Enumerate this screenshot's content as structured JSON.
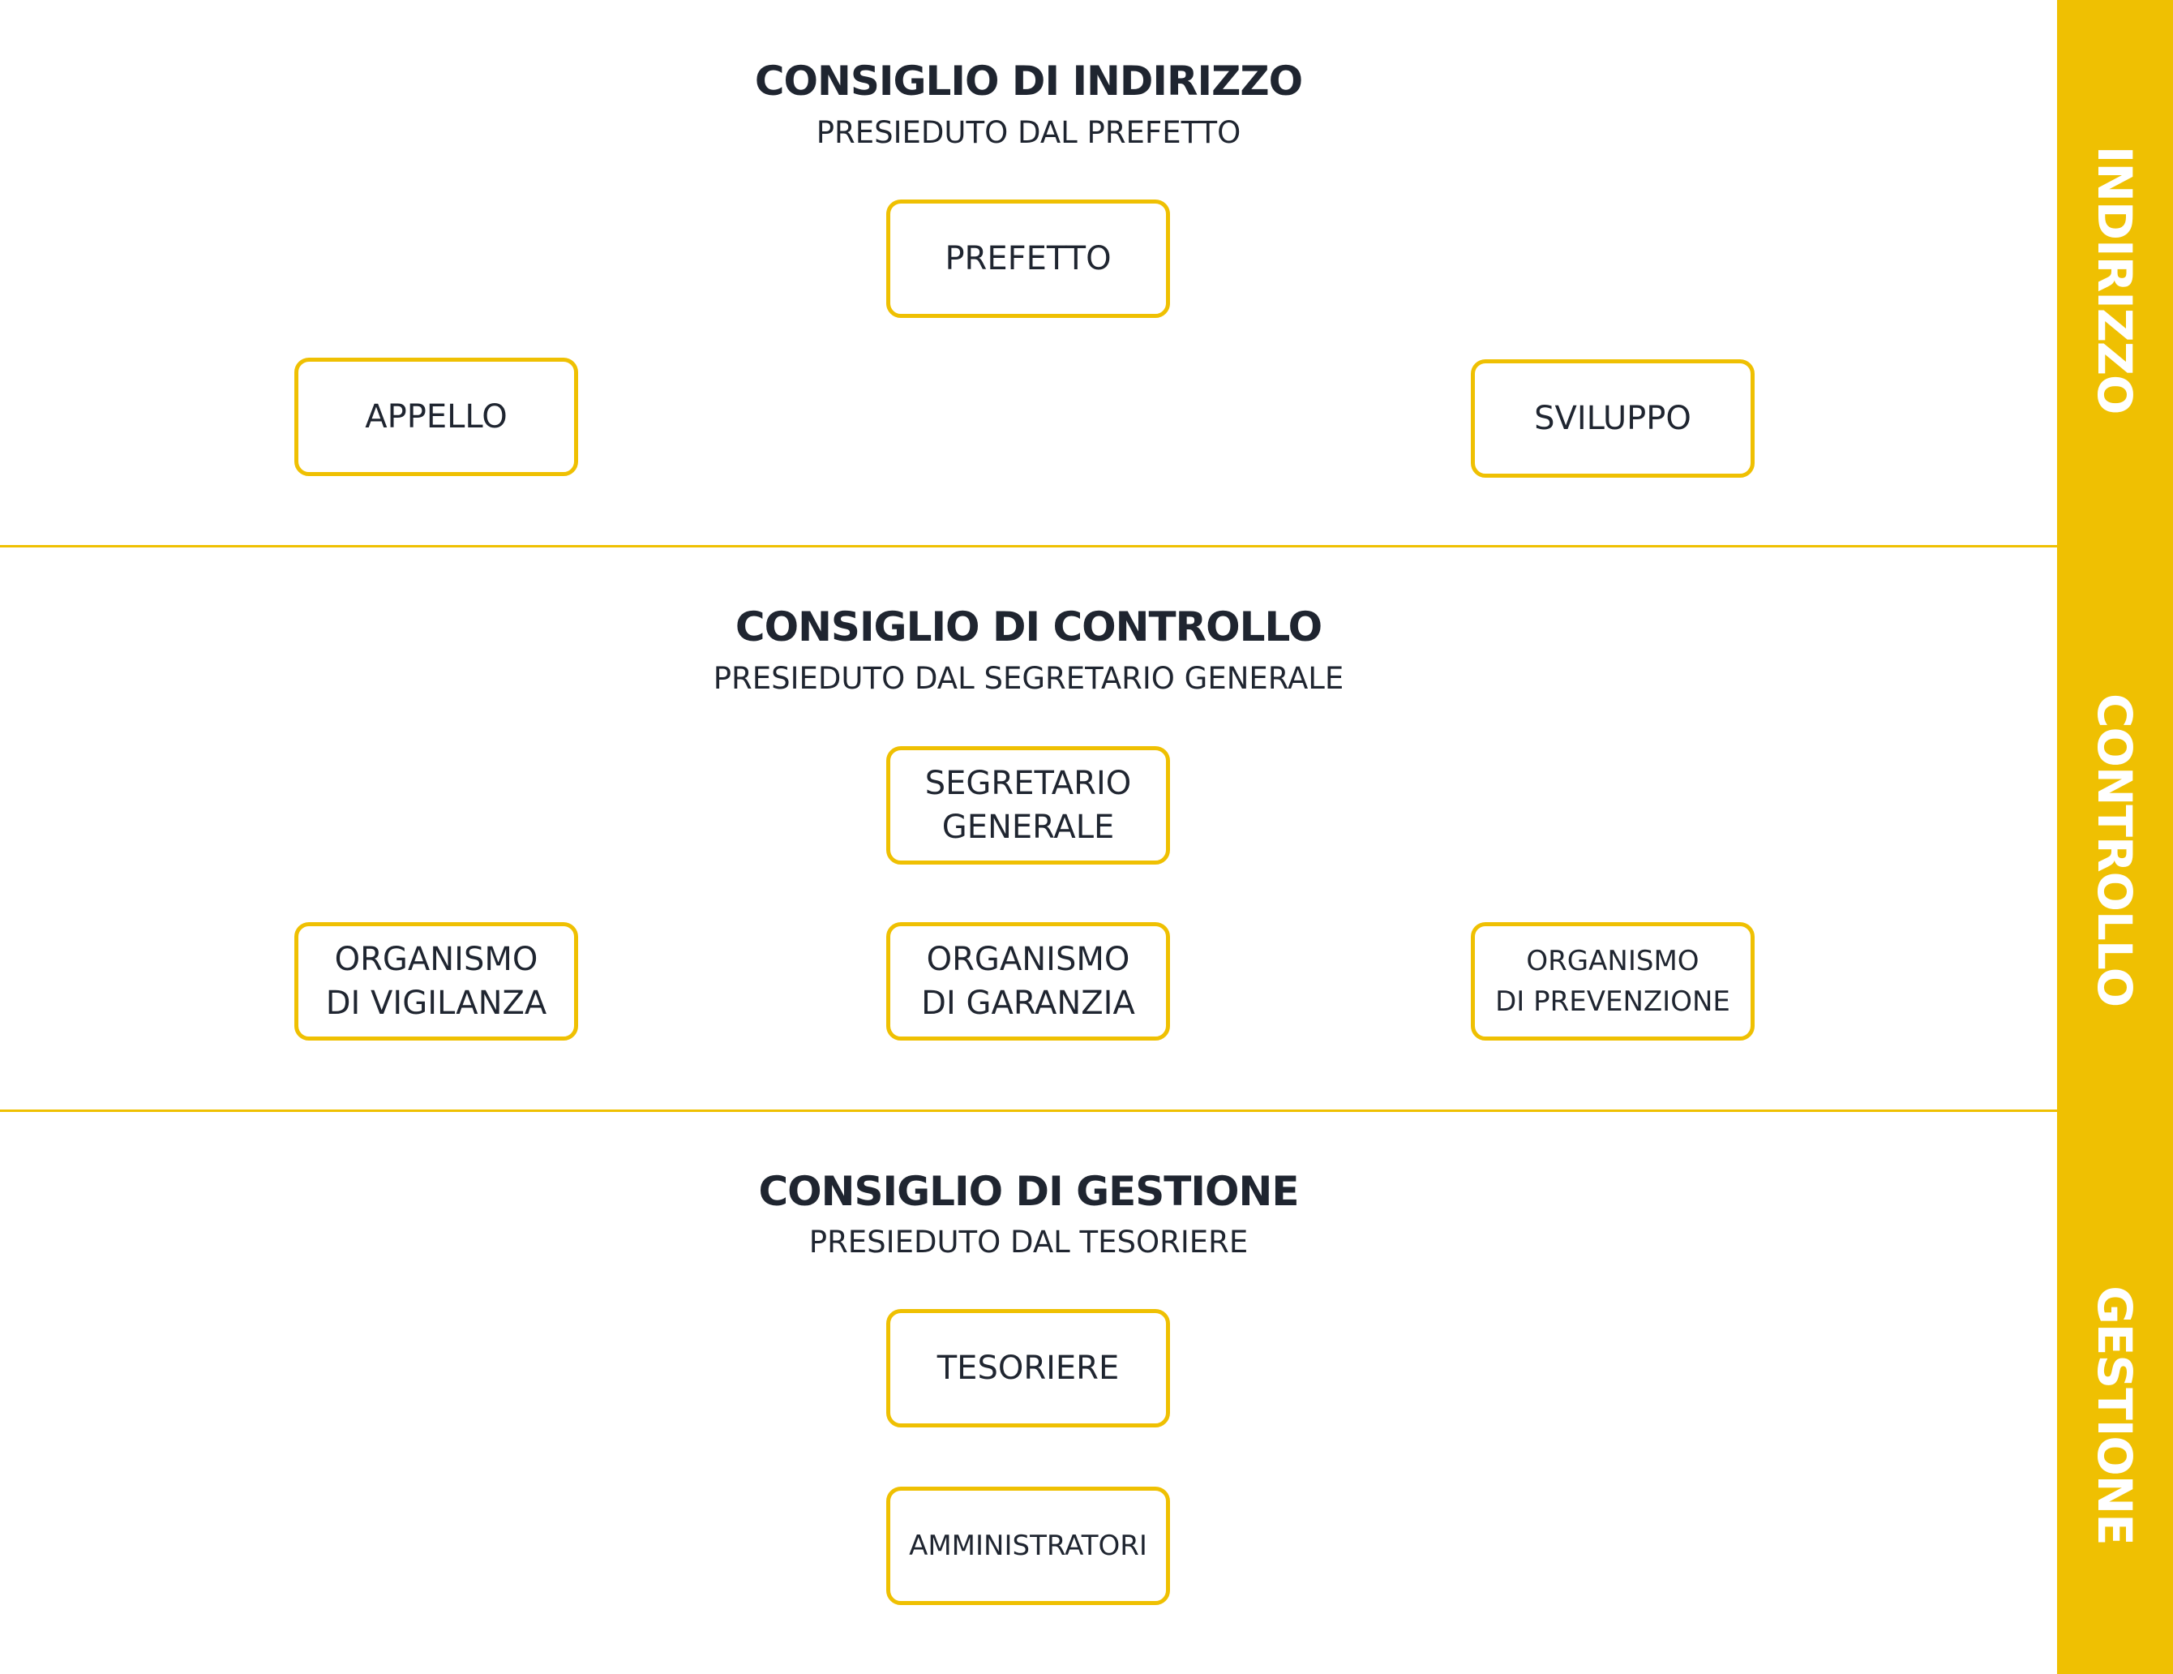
{
  "sidebar": {
    "labels": [
      "INDIRIZZO",
      "CONTROLLO",
      "GESTIONE"
    ],
    "color": "#efc002"
  },
  "sections": [
    {
      "title": "CONSIGLIO DI INDIRIZZO",
      "subtitle": "PRESIEDUTO DAL PREFETTO",
      "boxes": [
        "PREFETTO",
        "APPELLO",
        "SVILUPPO"
      ]
    },
    {
      "title": "CONSIGLIO DI CONTROLLO",
      "subtitle": "PRESIEDUTO DAL SEGRETARIO GENERALE",
      "boxes": [
        "SEGRETARIO\nGENERALE",
        "ORGANISMO\nDI VIGILANZA",
        "ORGANISMO\nDI GARANZIA",
        "ORGANISMO\nDI PREVENZIONE"
      ]
    },
    {
      "title": "CONSIGLIO DI GESTIONE",
      "subtitle": "PRESIEDUTO DAL TESORIERE",
      "boxes": [
        "TESORIERE",
        "AMMINISTRATORI"
      ]
    }
  ],
  "colors": {
    "accent": "#efc002",
    "text": "#1f2530",
    "background": "#ffffff"
  }
}
